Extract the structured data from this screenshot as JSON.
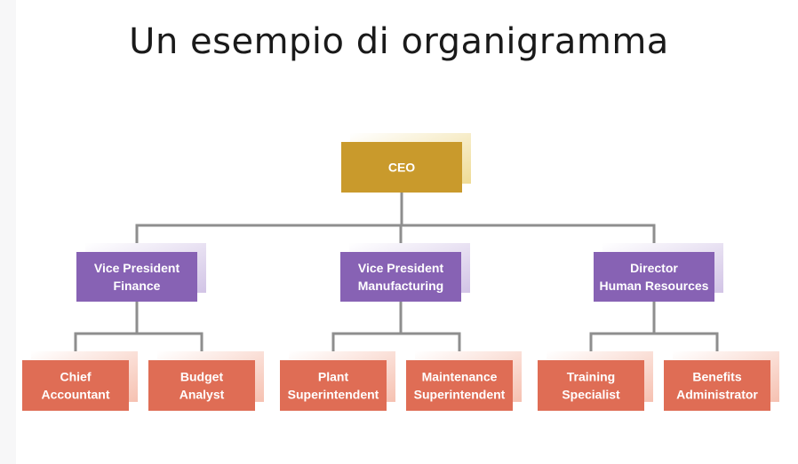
{
  "title": "Un esempio di organigramma",
  "colors": {
    "ceo": "#c99a2c",
    "ceo_shadow": "#efdb95",
    "level2": "#8762b4",
    "level2_shadow": "#d2c4e6",
    "level3": "#df6d55",
    "level3_shadow": "#f6c1b1",
    "connector": "#8e8e8e"
  },
  "nodes": {
    "ceo": {
      "lines": [
        "CEO"
      ]
    },
    "vp_finance": {
      "lines": [
        "Vice President",
        "Finance"
      ]
    },
    "vp_manufacturing": {
      "lines": [
        "Vice President",
        "Manufacturing"
      ]
    },
    "dir_hr": {
      "lines": [
        "Director",
        "Human Resources"
      ]
    },
    "chief_accountant": {
      "lines": [
        "Chief",
        "Accountant"
      ]
    },
    "budget_analyst": {
      "lines": [
        "Budget",
        "Analyst"
      ]
    },
    "plant_superintendent": {
      "lines": [
        "Plant",
        "Superintendent"
      ]
    },
    "maintenance_superintendent": {
      "lines": [
        "Maintenance",
        "Superintendent"
      ]
    },
    "training_specialist": {
      "lines": [
        "Training",
        "Specialist"
      ]
    },
    "benefits_administrator": {
      "lines": [
        "Benefits",
        "Administrator"
      ]
    }
  },
  "edges": [
    [
      "ceo",
      "vp_finance"
    ],
    [
      "ceo",
      "vp_manufacturing"
    ],
    [
      "ceo",
      "dir_hr"
    ],
    [
      "vp_finance",
      "chief_accountant"
    ],
    [
      "vp_finance",
      "budget_analyst"
    ],
    [
      "vp_manufacturing",
      "plant_superintendent"
    ],
    [
      "vp_manufacturing",
      "maintenance_superintendent"
    ],
    [
      "dir_hr",
      "training_specialist"
    ],
    [
      "dir_hr",
      "benefits_administrator"
    ]
  ]
}
